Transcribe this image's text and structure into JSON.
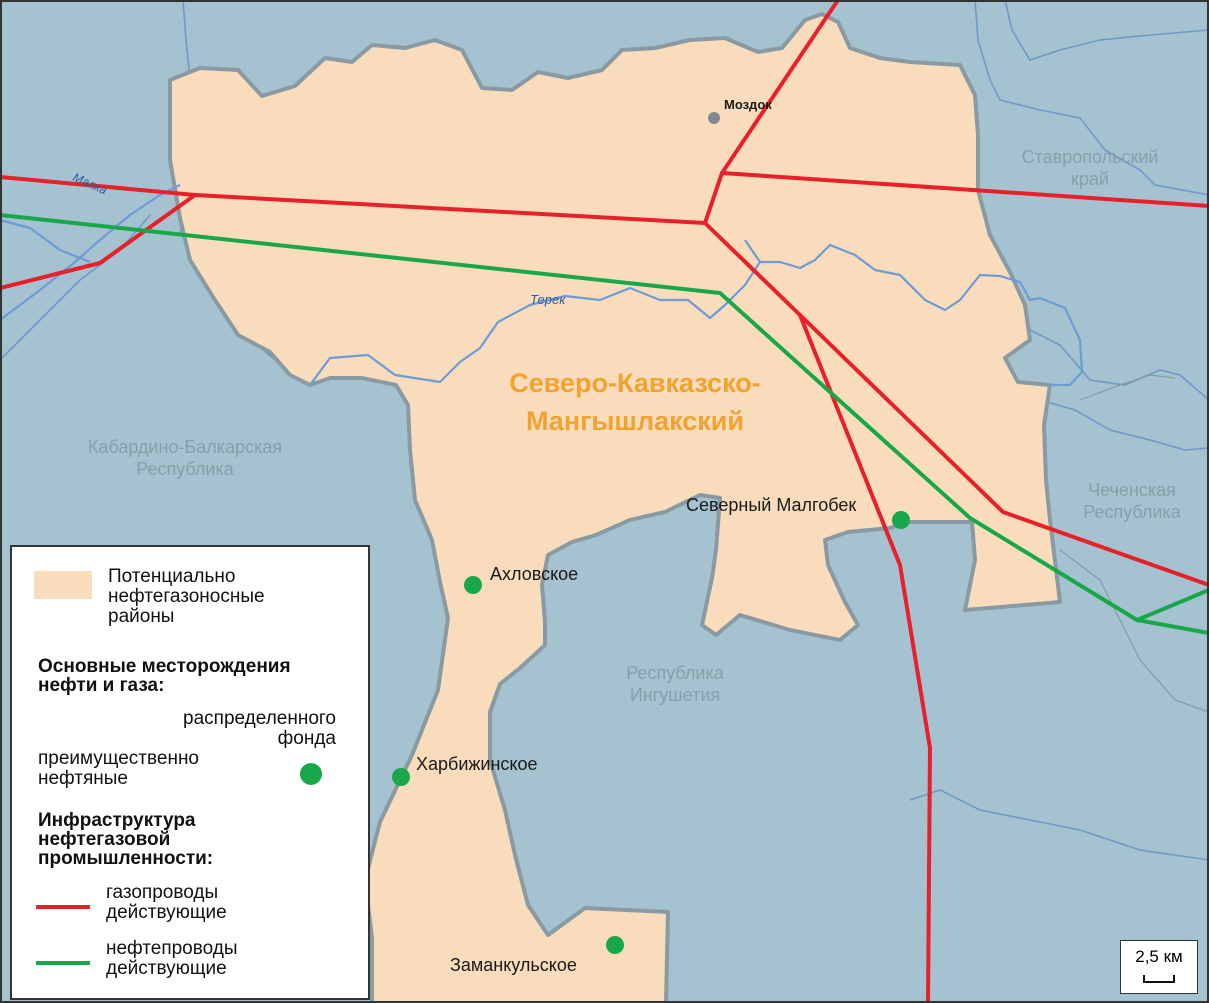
{
  "map": {
    "colors": {
      "background": "#a4c2d0",
      "territory": "#f8dcbb",
      "territory_border": "#8a9aa2",
      "river": "#6d9bd8",
      "gas_pipeline": "#e8202a",
      "oil_pipeline": "#18a84a",
      "region_label": "#8a9eaa",
      "basin_label": "#f2a22f"
    },
    "basin_name": {
      "line1": "Северо-Кавказско-",
      "line2": "Мангышлакский"
    },
    "regions": {
      "stavropol": {
        "line1": "Ставропольский",
        "line2": "край"
      },
      "kabardino": {
        "line1": "Кабардино-Балкарская",
        "line2": "Республика"
      },
      "chechen": {
        "line1": "Чеченская",
        "line2": "Республика"
      },
      "ingush": {
        "line1": "Республика",
        "line2": "Ингушетия"
      }
    },
    "rivers": {
      "malka": "Малка",
      "terek": "Терек"
    },
    "city": "Моздок",
    "fields": {
      "north_malgobek": "Северный Малгобек",
      "akhlovskoe": "Ахловское",
      "kharbizhinskoe": "Харбижинское",
      "zamankulskoe": "Заманкульское"
    }
  },
  "legend": {
    "territory": {
      "line1": "Потенциально",
      "line2": "нефтегазоносные",
      "line3": "районы"
    },
    "fields_title": {
      "line1": "Основные месторождения",
      "line2": "нефти и газа:"
    },
    "distributed_fund": {
      "line1": "распределенного",
      "line2": "фонда"
    },
    "mainly_oil": {
      "line1": "преимущественно",
      "line2": "нефтяные"
    },
    "infra_title": {
      "line1": "Инфраструктура",
      "line2": "нефтегазовой",
      "line3": "промышленности:"
    },
    "gas": {
      "line1": "газопроводы",
      "line2": "действующие"
    },
    "oil": {
      "line1": "нефтепроводы",
      "line2": "действующие"
    }
  },
  "scale": "2,5 км"
}
